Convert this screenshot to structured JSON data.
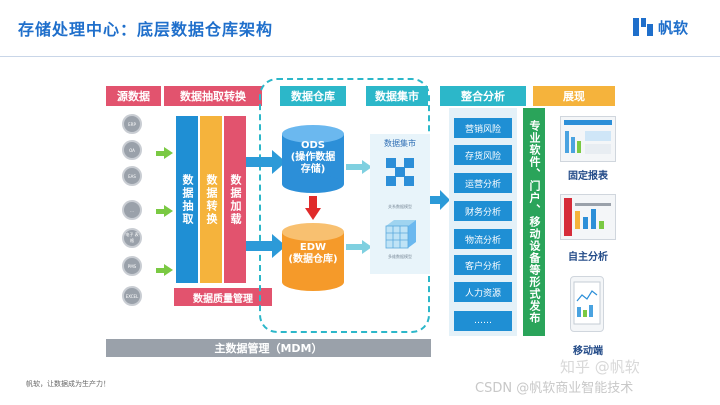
{
  "header": {
    "title": "存储处理中心：底层数据仓库架构",
    "logo_text": "帆软"
  },
  "columns": {
    "source": "源数据",
    "etl": "数据抽取转换",
    "warehouse": "数据仓库",
    "mart": "数据集市",
    "analysis": "整合分析",
    "display": "展现"
  },
  "sources": [
    "ERP",
    "OA",
    "EAS",
    "...",
    "电子\n表格",
    "PMS",
    "EXCEL"
  ],
  "etl_bars": [
    "数据抽取",
    "数据转换",
    "数据加载"
  ],
  "quality_label": "数据质量管理",
  "ods": {
    "line1": "ODS",
    "line2": "(操作数据",
    "line3": "存储)"
  },
  "edw": {
    "line1": "EDW",
    "line2": "(数据仓库)"
  },
  "mart_box": {
    "title": "数据集市",
    "sub1": "关系数据模型",
    "sub2": "多维数据模型"
  },
  "analysis_items": [
    "营销风险",
    "存货风险",
    "运营分析",
    "财务分析",
    "物流分析",
    "客户分析",
    "人力资源",
    "……"
  ],
  "publish_bar": "专业软件、门户、移动设备等形式发布",
  "display_items": [
    "固定报表",
    "自主分析",
    "移动端"
  ],
  "mdm_label": "主数据管理（MDM）",
  "footer": "帆软，让数据成为生产力！",
  "watermark": {
    "line1": "知乎 @帆软",
    "line2": "CSDN @帆软商业智能技术"
  },
  "colors": {
    "red": "#e2536e",
    "teal": "#2cb7c9",
    "orange": "#f5b33c",
    "blue": "#1f8fd4",
    "green": "#2aa45a",
    "grey": "#9aa1aa"
  }
}
